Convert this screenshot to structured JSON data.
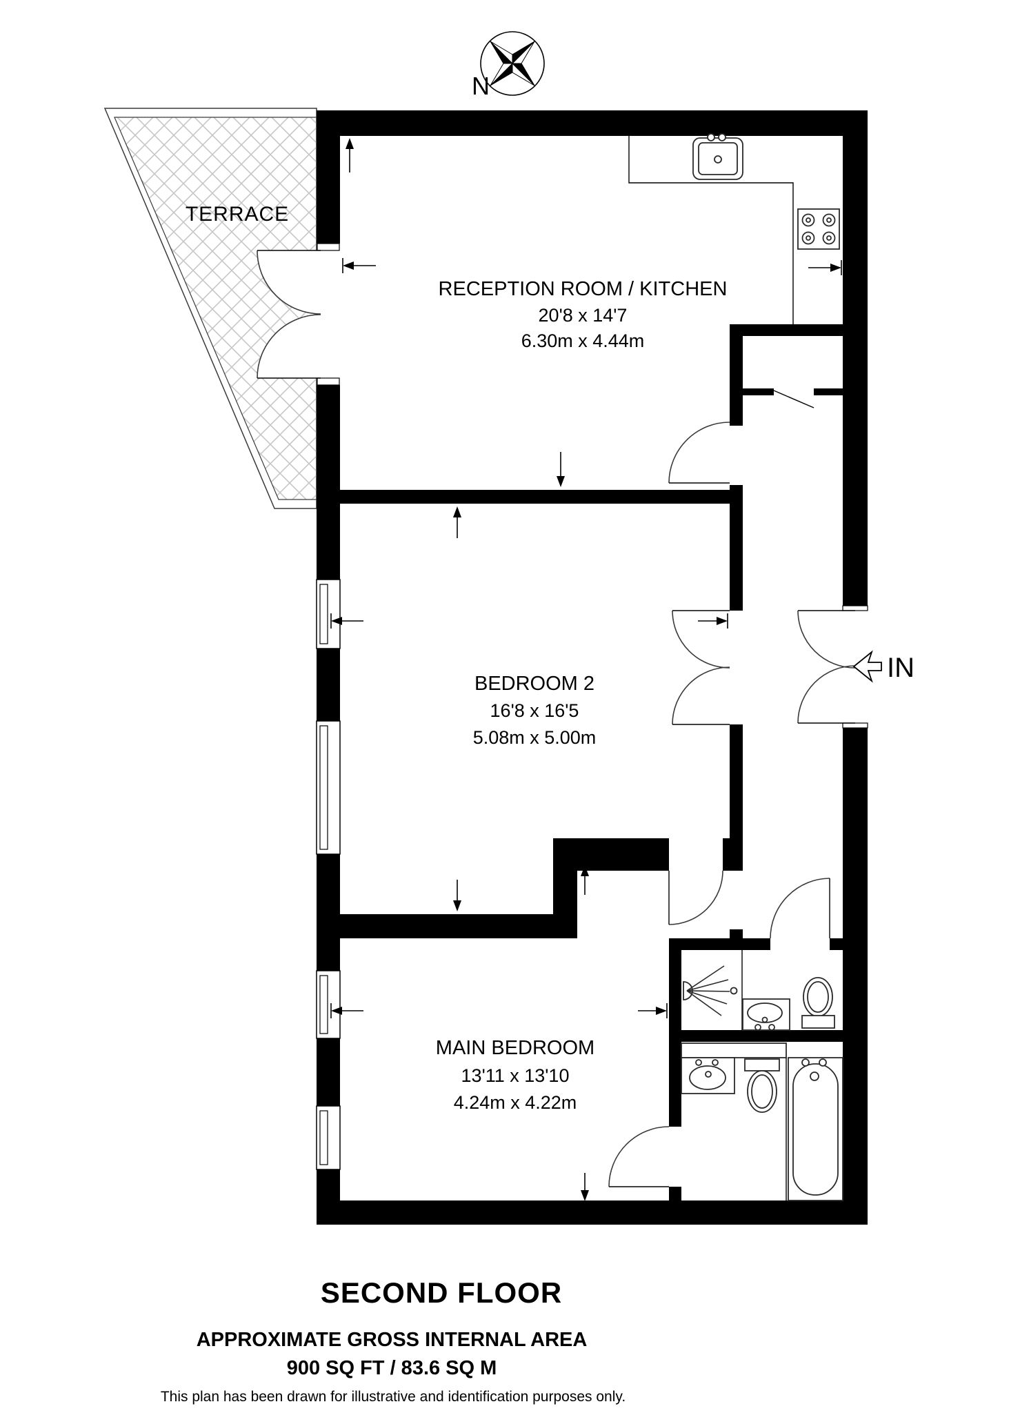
{
  "compass": {
    "north_label": "N"
  },
  "terrace": {
    "label": "TERRACE"
  },
  "rooms": {
    "reception": {
      "name": "RECEPTION ROOM / KITCHEN",
      "imperial": "20'8 x 14'7",
      "metric": "6.30m x 4.44m"
    },
    "bedroom2": {
      "name": "BEDROOM 2",
      "imperial": "16'8 x 16'5",
      "metric": "5.08m x 5.00m"
    },
    "main_bedroom": {
      "name": "MAIN BEDROOM",
      "imperial": "13'11 x 13'10",
      "metric": "4.24m x 4.22m"
    }
  },
  "entrance": {
    "label": "IN"
  },
  "footer": {
    "floor_title": "SECOND FLOOR",
    "area_heading": "APPROXIMATE GROSS INTERNAL AREA",
    "area_value": "900 SQ FT / 83.6 SQ M",
    "disclaimer": "This plan has been drawn for illustrative and identification purposes only."
  },
  "icons": [
    "compass-rose-icon",
    "kitchen-sink-icon",
    "hob-icon",
    "shower-icon",
    "shower-basin-icon",
    "shower-toilet-icon",
    "bathroom-basin-icon",
    "bathroom-toilet-icon",
    "bath-icon",
    "entrance-arrow-icon",
    "dimension-arrow-icon",
    "window-icon",
    "door-arc-icon"
  ],
  "colors": {
    "wall": "#000000",
    "hatch_line": "#c7c7c7",
    "line": "#1a1a1a",
    "background": "#ffffff"
  }
}
